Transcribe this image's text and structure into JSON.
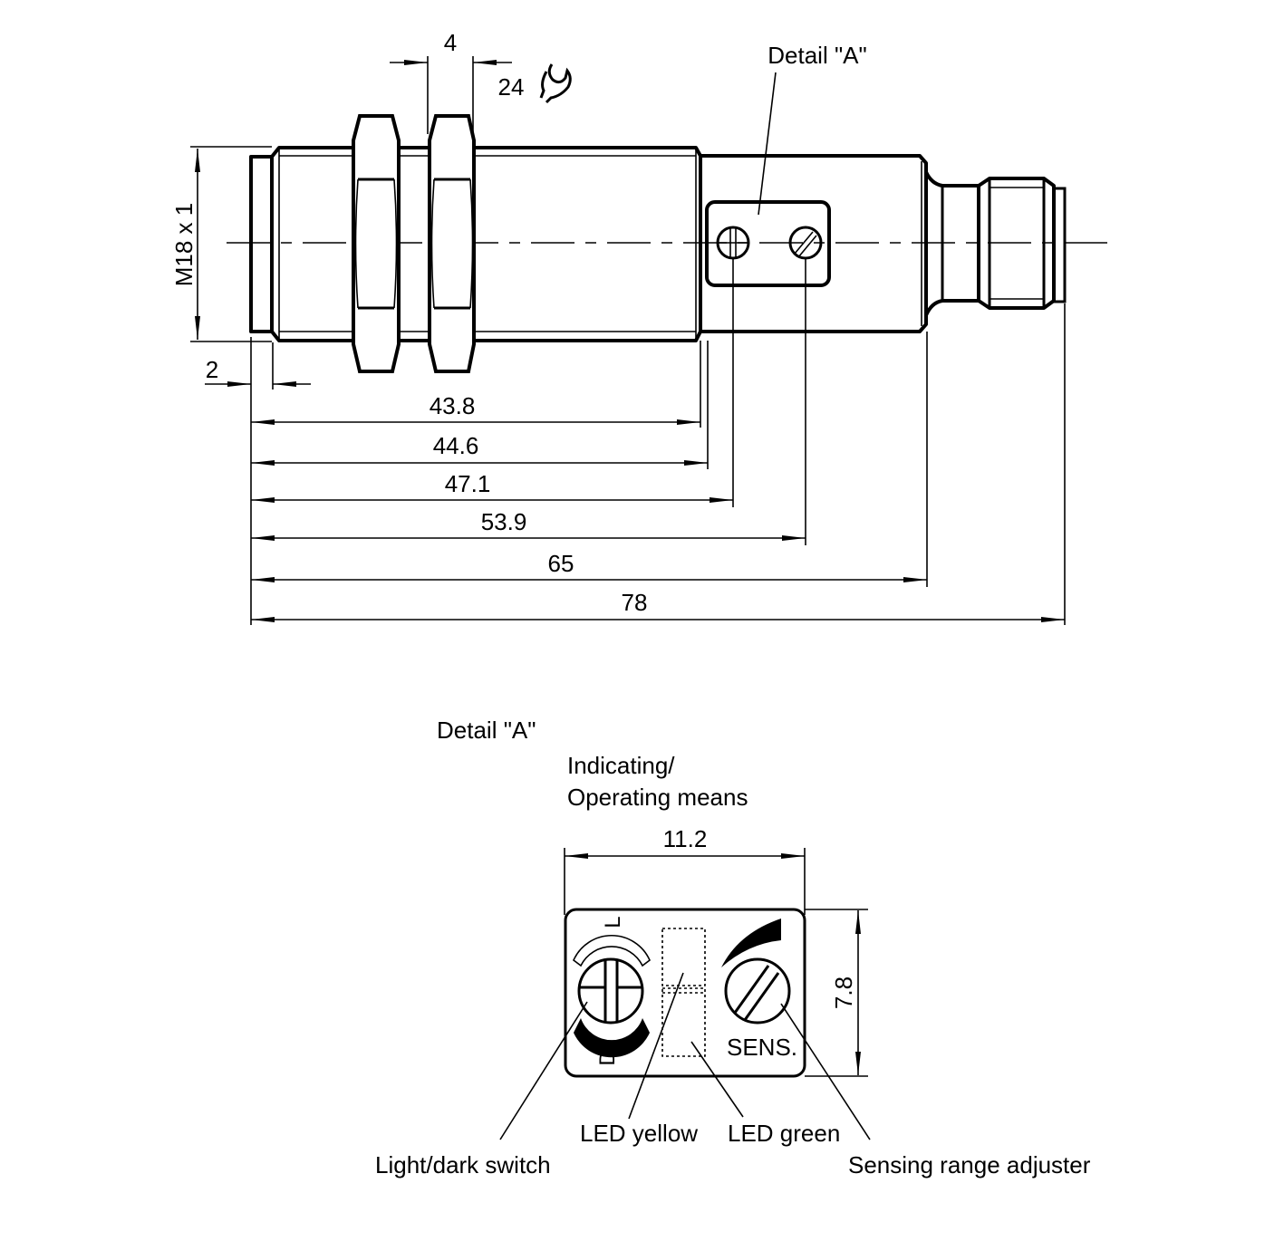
{
  "main_view": {
    "nut_width_dim": "4",
    "wrench_size": "24",
    "wrench_icon": "wrench-icon",
    "thread_label": "M18 x 1",
    "lip_dim": "2",
    "detail_callout": "Detail \"A\"",
    "length_dims": [
      "43.8",
      "44.6",
      "47.1",
      "53.9",
      "65",
      "78"
    ]
  },
  "detail_view": {
    "title": "Detail \"A\"",
    "subtitle_line1": "Indicating/",
    "subtitle_line2": "Operating means",
    "width_dim": "11.2",
    "height_dim": "7.8",
    "switch_top_letter": "L",
    "switch_bottom_letter": "D",
    "sens_label": "SENS.",
    "callouts": {
      "light_dark_switch": "Light/dark switch",
      "led_yellow": "LED yellow",
      "led_green": "LED green",
      "sensing_range_adjuster": "Sensing range adjuster"
    }
  }
}
